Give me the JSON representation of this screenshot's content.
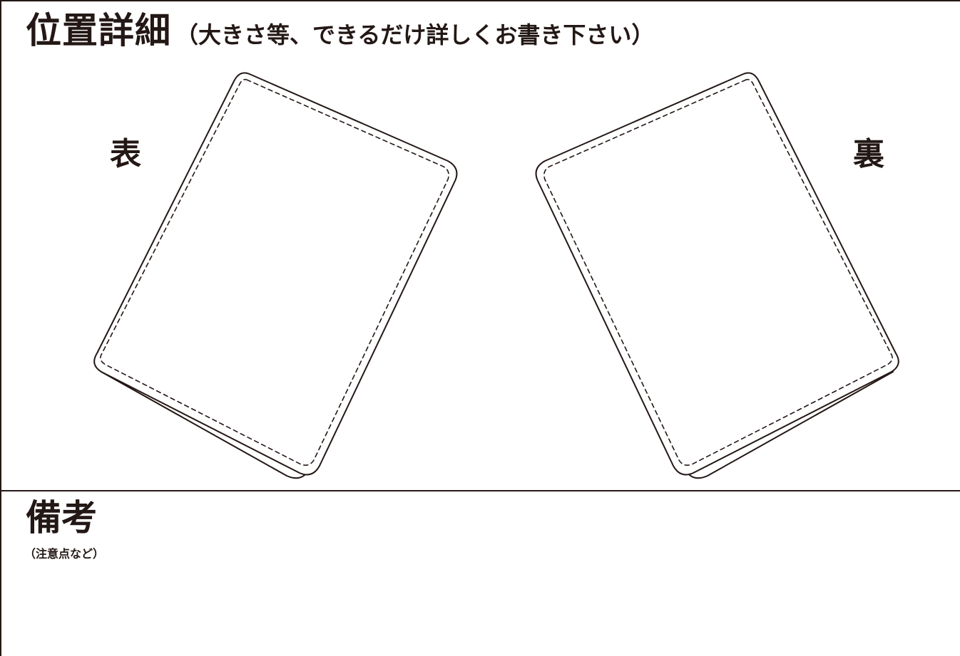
{
  "detail": {
    "title": "位置詳細",
    "note": "（大きさ等、できるだけ詳しくお書き下さい）"
  },
  "diagram": {
    "front_label": "表",
    "back_label": "裏"
  },
  "remarks": {
    "title": "備考",
    "note": "（注意点など）",
    "content": ""
  },
  "colors": {
    "ink": "#231815",
    "paper": "#ffffff"
  }
}
